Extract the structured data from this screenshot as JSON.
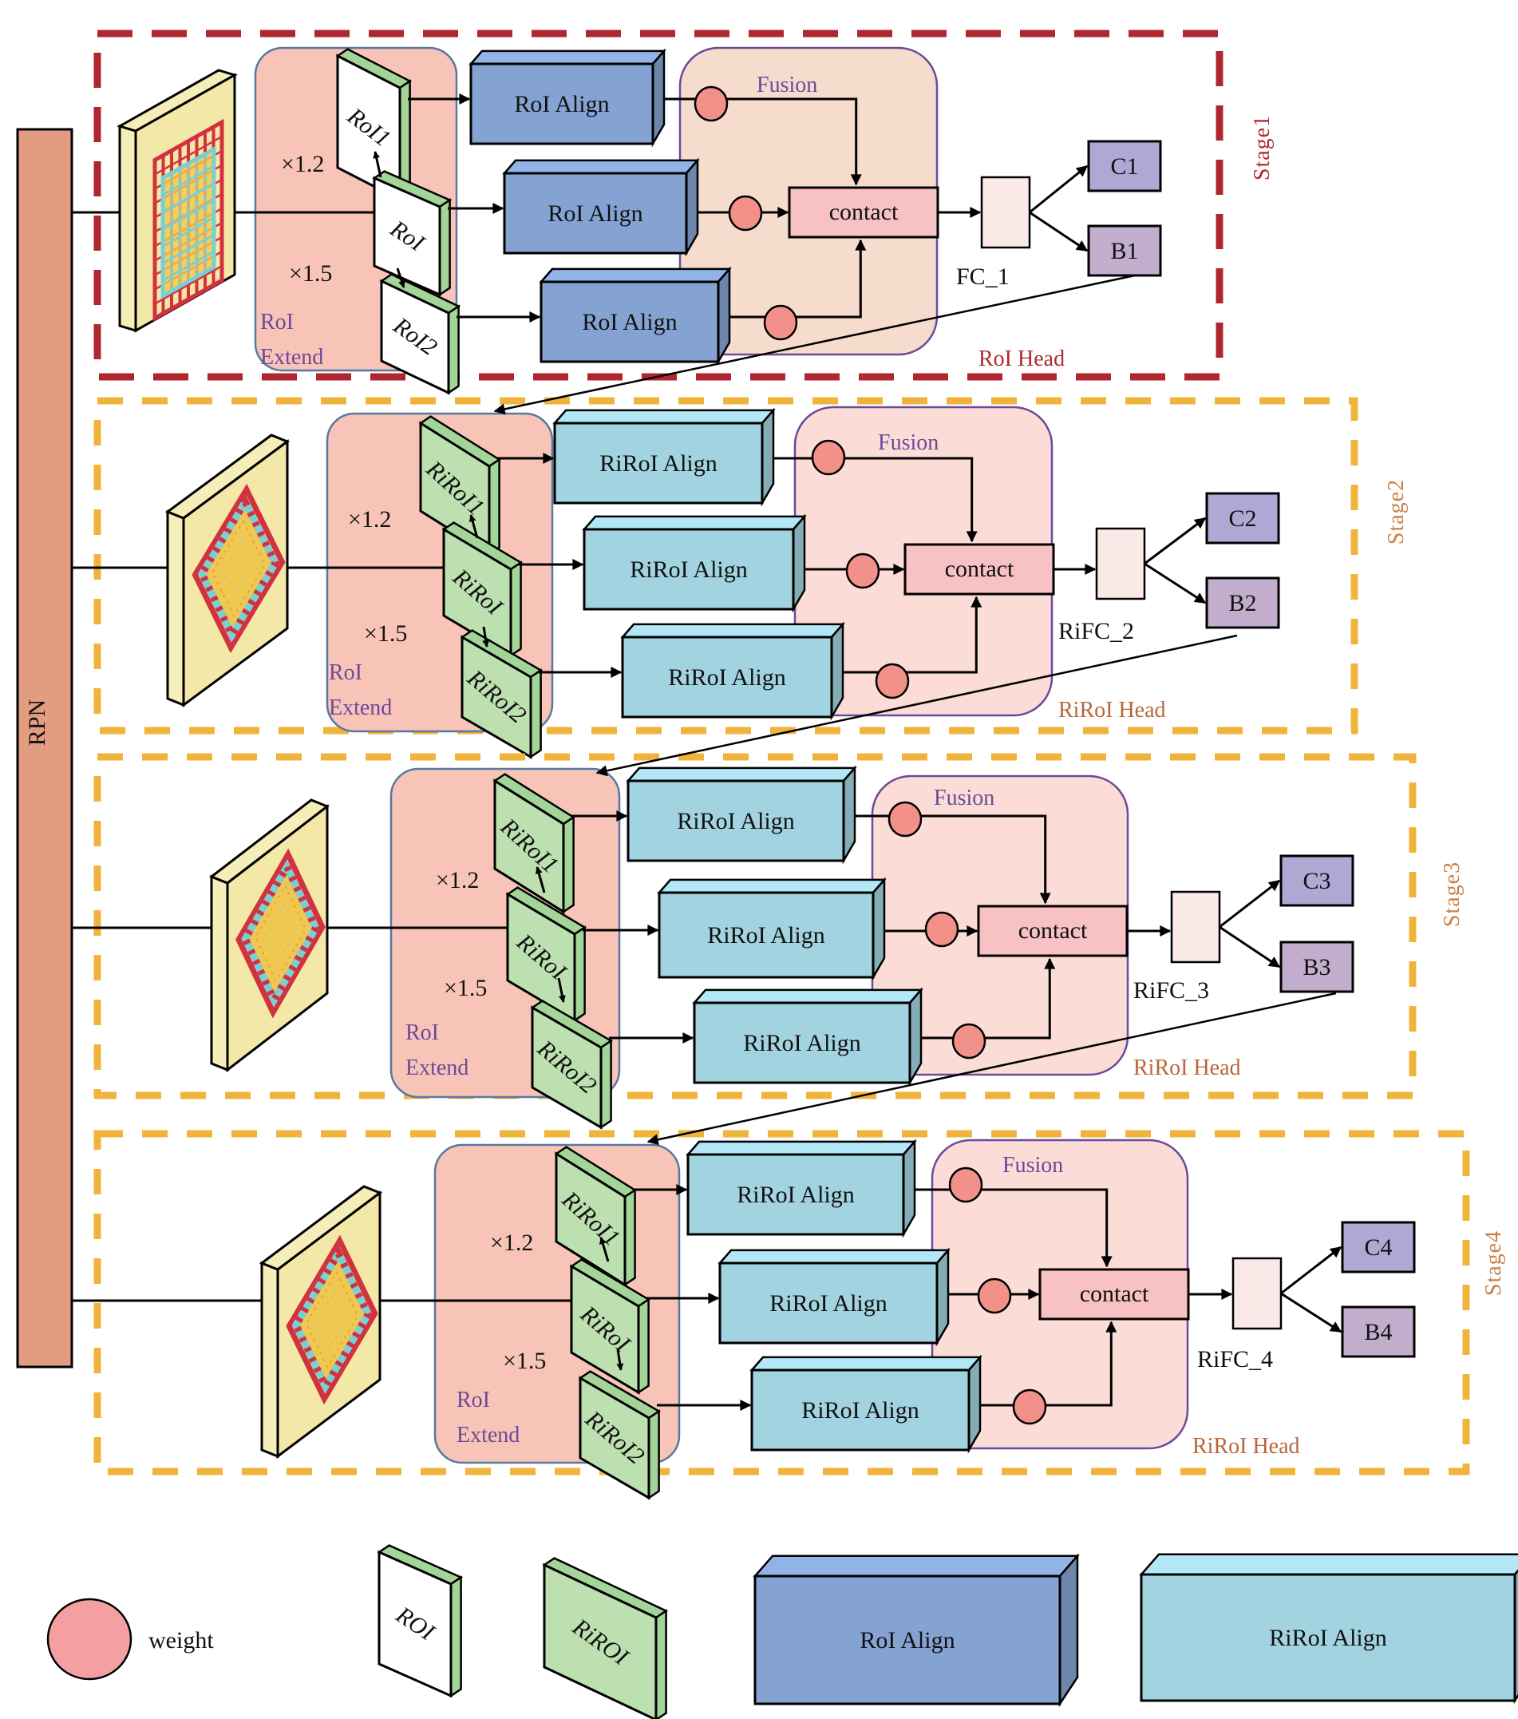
{
  "title": "Multi-stage RoI / RiRoI cascade head architecture",
  "rpn": {
    "label": "RPN"
  },
  "colors": {
    "rpn": "#e29d80",
    "stage1_border": "#b0262e",
    "stage_border": "#f0b43c",
    "extend_bg": "#f8c4b8",
    "extend_border": "#5878a0",
    "fusion_bg_stage1": "#f6dccd",
    "fusion_bg": "#fbdcd6",
    "fusion_border": "#6a4a9a",
    "roi_align": "#84a3d2",
    "riroi_align": "#a2d3e0",
    "roi_face": "#ffffff",
    "riroi_face": "#bde0b0",
    "slab_side": "#a3d598",
    "weight": "#f19189",
    "contact": "#f8c1c3",
    "fc": "#fbe9e8",
    "cls_box": "#ada9d4",
    "box_box": "#c3adcd",
    "feature_map": "#f4e8a8"
  },
  "stages": [
    {
      "name": "Stage1",
      "extend_label": [
        "RoI",
        "Extend"
      ],
      "scale_up": "×1.2",
      "scale_down": "×1.5",
      "rois": [
        "RoI1",
        "RoI",
        "RoI2"
      ],
      "align_label": "RoI Align",
      "fusion_label": "Fusion",
      "contact_label": "contact",
      "fc_label": "FC_1",
      "head_label": "RoI Head",
      "cls_label": "C1",
      "box_label": "B1",
      "kind": "roi"
    },
    {
      "name": "Stage2",
      "extend_label": [
        "RoI",
        "Extend"
      ],
      "scale_up": "×1.2",
      "scale_down": "×1.5",
      "rois": [
        "RiRoI1",
        "RiRoI",
        "RiRoI2"
      ],
      "align_label": "RiRoI Align",
      "fusion_label": "Fusion",
      "contact_label": "contact",
      "fc_label": "RiFC_2",
      "head_label": "RiRoI Head",
      "cls_label": "C2",
      "box_label": "B2",
      "kind": "riroi"
    },
    {
      "name": "Stage3",
      "extend_label": [
        "RoI",
        "Extend"
      ],
      "scale_up": "×1.2",
      "scale_down": "×1.5",
      "rois": [
        "RiRoI1",
        "RiRoI",
        "RiRoI2"
      ],
      "align_label": "RiRoI Align",
      "fusion_label": "Fusion",
      "contact_label": "contact",
      "fc_label": "RiFC_3",
      "head_label": "RiRoI Head",
      "cls_label": "C3",
      "box_label": "B3",
      "kind": "riroi"
    },
    {
      "name": "Stage4",
      "extend_label": [
        "RoI",
        "Extend"
      ],
      "scale_up": "×1.2",
      "scale_down": "×1.5",
      "rois": [
        "RiRoI1",
        "RiRoI",
        "RiRoI2"
      ],
      "align_label": "RiRoI Align",
      "fusion_label": "Fusion",
      "contact_label": "contact",
      "fc_label": "RiFC_4",
      "head_label": "RiRoI Head",
      "cls_label": "C4",
      "box_label": "B4",
      "kind": "riroi"
    }
  ],
  "legend": {
    "weight_label": "weight",
    "roi_label": "ROI",
    "riroi_label": "RiROI",
    "roi_align_label": "RoI Align",
    "riroi_align_label": "RiRoI Align"
  }
}
